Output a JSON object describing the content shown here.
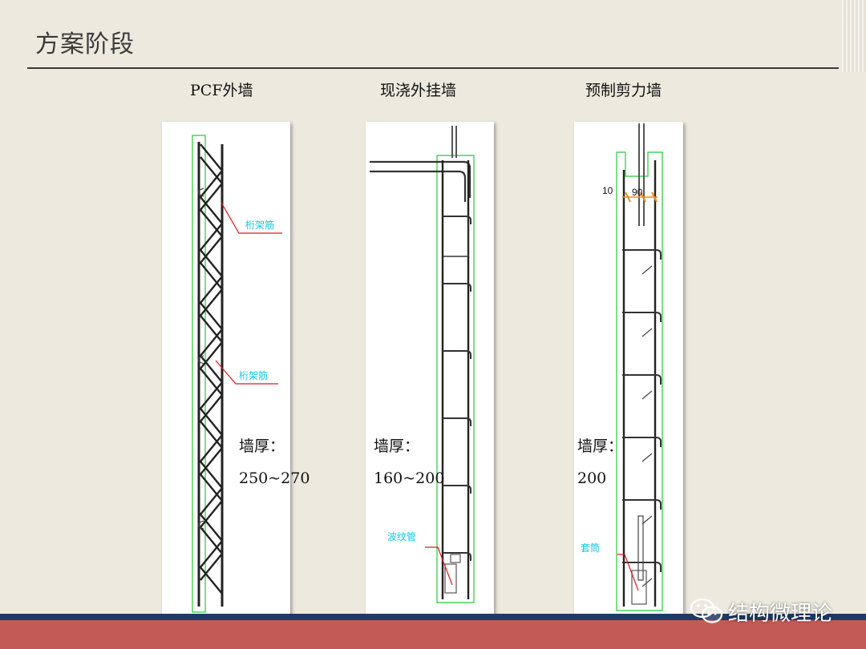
{
  "slide": {
    "title": "方案阶段"
  },
  "panels": [
    {
      "heading": "PCF外墙",
      "thickness_label": "墙厚：",
      "thickness_value": "250~270",
      "callouts": [
        "桁架筋",
        "桁架筋"
      ]
    },
    {
      "heading": "现浇外挂墙",
      "thickness_label": "墙厚：",
      "thickness_value": "160~200",
      "callouts": [
        "波纹管"
      ]
    },
    {
      "heading": "预制剪力墙",
      "thickness_label": "墙厚：",
      "thickness_value": "200",
      "callouts": [
        "套筒"
      ],
      "dimensions": [
        "10",
        "90"
      ]
    }
  ],
  "watermark": {
    "text": "结构微理论",
    "icon": "wechat-icon"
  },
  "colors": {
    "background": "#ede9df",
    "outline": "#22cc33",
    "callout": "#12c8e8",
    "leader": "#e01818",
    "footer_navy": "#1f3a66",
    "footer_red": "#c35a56",
    "dimension_arrow": "#f08a1c"
  }
}
